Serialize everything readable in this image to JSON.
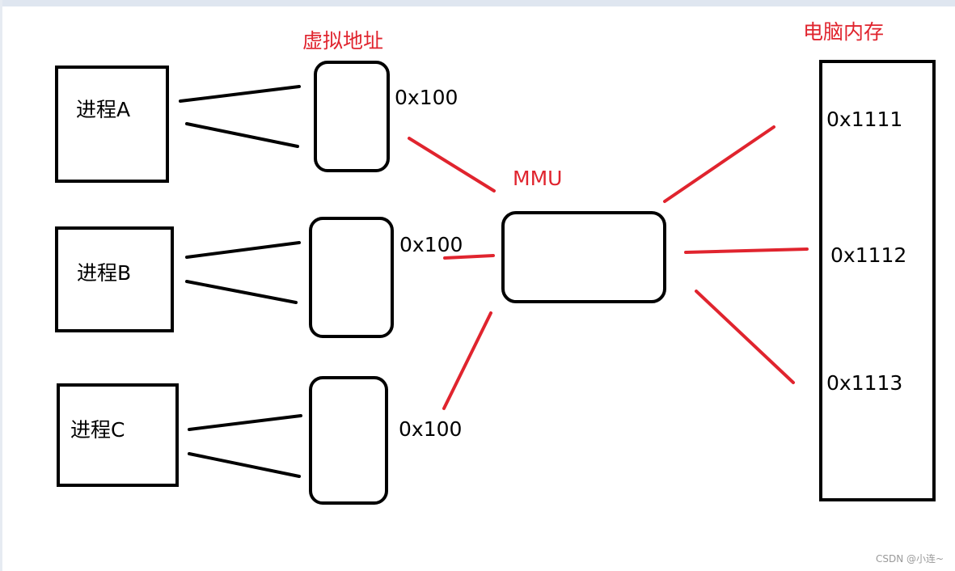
{
  "processes": [
    {
      "label": "进程A"
    },
    {
      "label": "进程B"
    },
    {
      "label": "进程C"
    }
  ],
  "virtual_address": {
    "title": "虚拟地址",
    "addresses": [
      "0x100",
      "0x100",
      "0x100"
    ]
  },
  "mmu": {
    "label": "MMU"
  },
  "memory": {
    "title": "电脑内存",
    "addresses": [
      "0x1111",
      "0x1112",
      "0x1113"
    ]
  },
  "watermark": "CSDN @小连~",
  "colors": {
    "black": "#000000",
    "red": "#e0242e"
  }
}
